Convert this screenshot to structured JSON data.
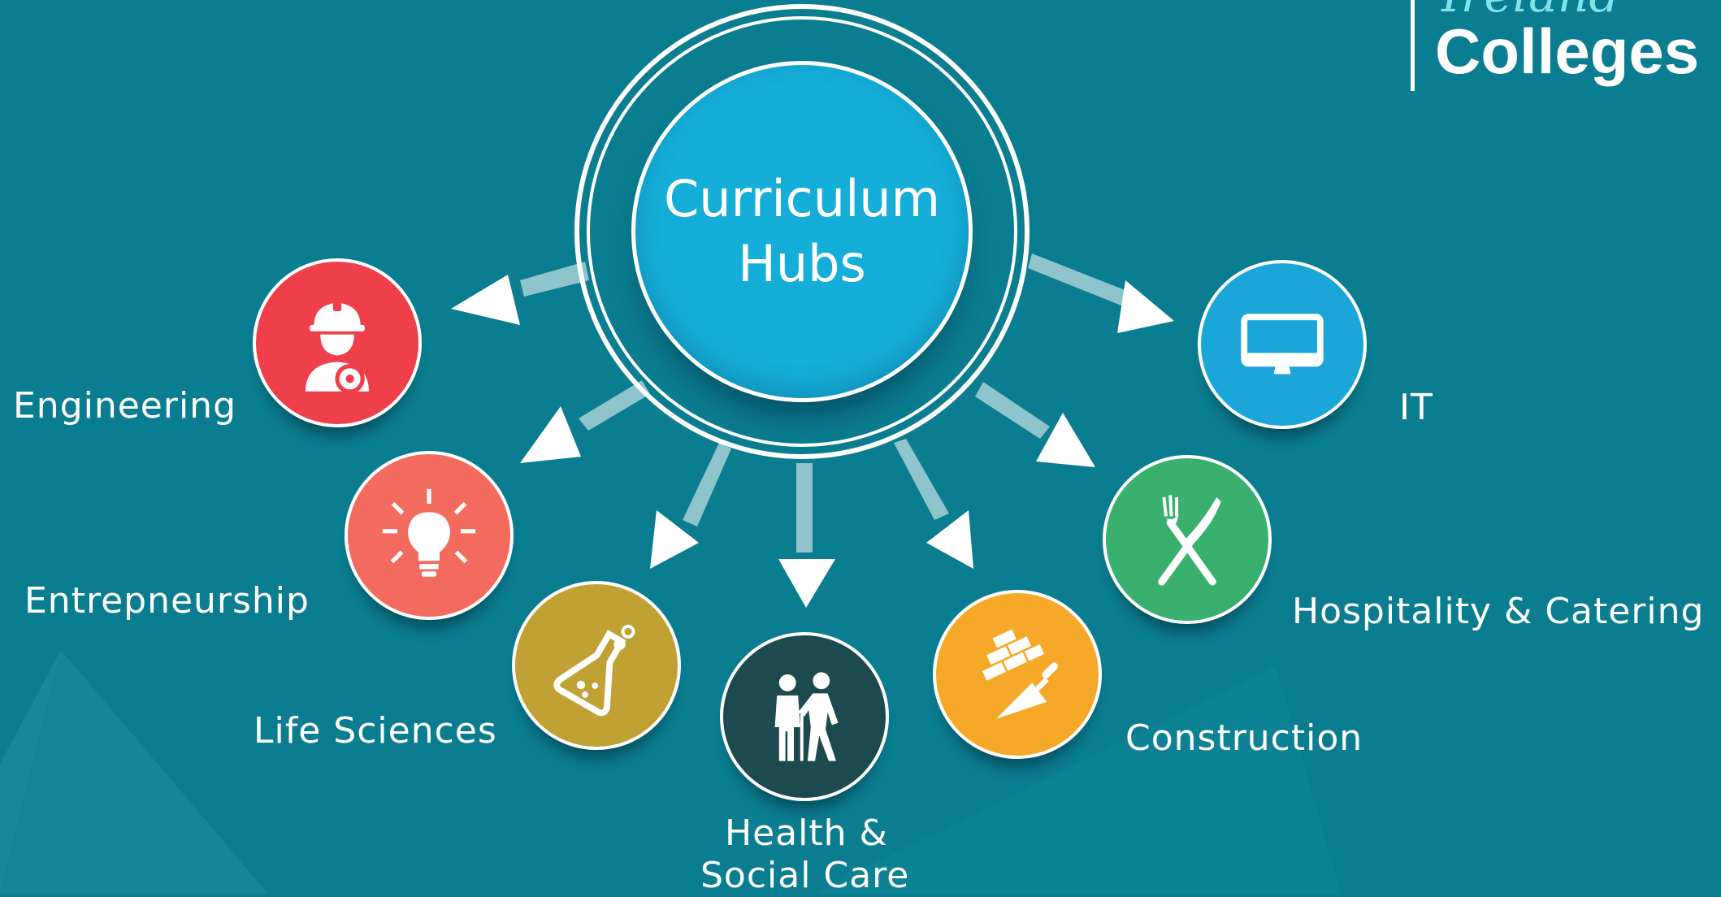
{
  "center": {
    "line1": "Curriculum",
    "line2": "Hubs"
  },
  "logo": {
    "word_top": "Ireland",
    "word": "Colleges"
  },
  "hubs": [
    {
      "label": "Engineering",
      "icon": "engineer-icon",
      "color": "#ee3f4a"
    },
    {
      "label": "Entrepneurship",
      "icon": "lightbulb-icon",
      "color": "#f26b5e"
    },
    {
      "label": "Life Sciences",
      "icon": "flask-icon",
      "color": "#bfa233"
    },
    {
      "label_line1": "Health &",
      "label_line2": "Social Care",
      "icon": "elderly-people-icon",
      "color": "#1c4a4e"
    },
    {
      "label": "Construction",
      "icon": "bricks-trowel-icon",
      "color": "#f6a928"
    },
    {
      "label": "Hospitality & Catering",
      "icon": "fork-knife-icon",
      "color": "#3ab06e"
    },
    {
      "label": "IT",
      "icon": "monitor-icon",
      "color": "#1aa6d8"
    }
  ],
  "colors": {
    "background": "#0a7d90",
    "center": "#15aed8",
    "text": "#ffffff"
  }
}
